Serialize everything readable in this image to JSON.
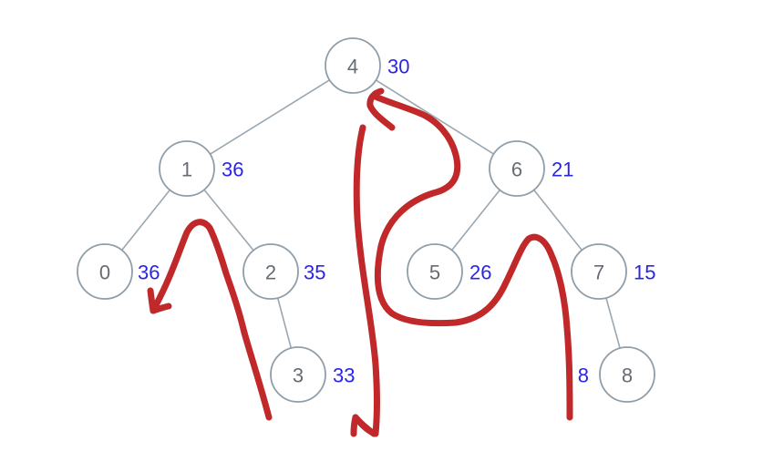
{
  "diagram": {
    "nodes": [
      {
        "id": "4",
        "label": "4",
        "value": "30"
      },
      {
        "id": "1",
        "label": "1",
        "value": "36"
      },
      {
        "id": "6",
        "label": "6",
        "value": "21"
      },
      {
        "id": "0",
        "label": "0",
        "value": "36"
      },
      {
        "id": "2",
        "label": "2",
        "value": "35"
      },
      {
        "id": "5",
        "label": "5",
        "value": "26"
      },
      {
        "id": "7",
        "label": "7",
        "value": "15"
      },
      {
        "id": "3",
        "label": "3",
        "value": "33"
      },
      {
        "id": "8",
        "label": "8",
        "value": "8"
      }
    ],
    "edges": [
      {
        "from": "4",
        "to": "1"
      },
      {
        "from": "4",
        "to": "6"
      },
      {
        "from": "1",
        "to": "0"
      },
      {
        "from": "1",
        "to": "2"
      },
      {
        "from": "2",
        "to": "3"
      },
      {
        "from": "6",
        "to": "5"
      },
      {
        "from": "6",
        "to": "7"
      },
      {
        "from": "7",
        "to": "8"
      }
    ],
    "colors": {
      "edge": "#9aa7b1",
      "node_stroke": "#8f9ea9",
      "node_label": "#666c73",
      "value_label": "#2a25e6",
      "annotation": "#c0282a"
    }
  }
}
